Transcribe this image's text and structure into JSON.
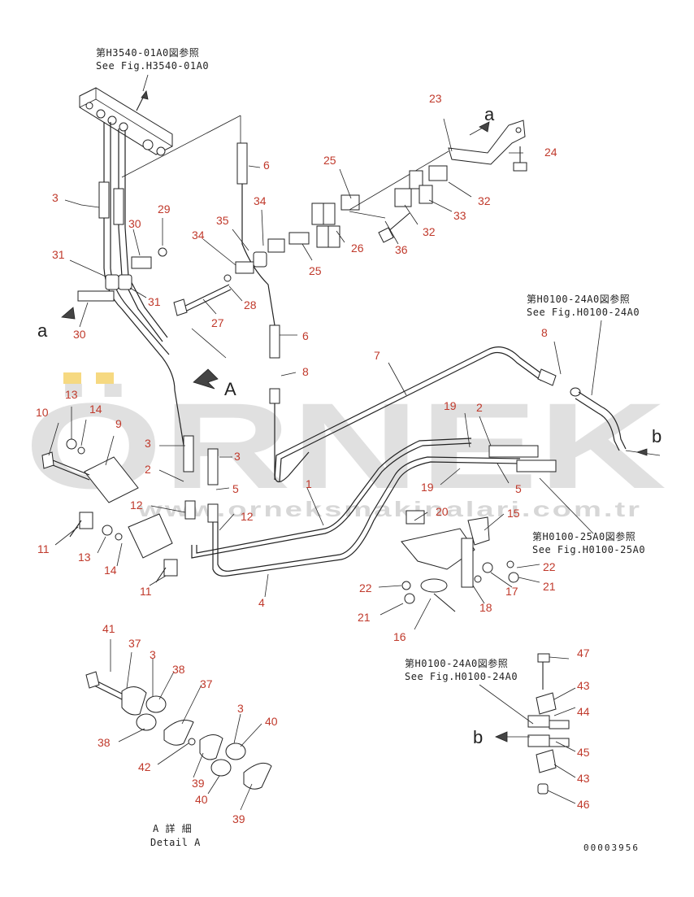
{
  "watermark": {
    "brand": "ÖRNEK",
    "url": "www.orneksmakinalari.com.tr",
    "accent_color": "#f2c94c"
  },
  "notes": [
    {
      "jp": "第H3540-01A0図参照",
      "en": "See Fig.H3540-01A0"
    },
    {
      "jp": "第H0100-24A0図参照",
      "en": "See Fig.H0100-24A0"
    },
    {
      "jp": "第H0100-25A0図参照",
      "en": "See Fig.H0100-25A0"
    },
    {
      "jp": "第H0100-24A0図参照",
      "en": "See Fig.H0100-24A0"
    }
  ],
  "detail": {
    "jp": "A 詳 細",
    "en": "Detail A"
  },
  "drawing_number": "00003956",
  "ref_letters": {
    "a1": "a",
    "a2": "a",
    "b1": "b",
    "b2": "b",
    "A": "A"
  },
  "callouts": [
    "23",
    "6",
    "25",
    "24",
    "3",
    "34",
    "32",
    "29",
    "35",
    "33",
    "30",
    "26",
    "32",
    "34",
    "36",
    "31",
    "25",
    "28",
    "31",
    "27",
    "30",
    "6",
    "8",
    "7",
    "8",
    "13",
    "19",
    "2",
    "10",
    "14",
    "9",
    "3",
    "3",
    "2",
    "19",
    "5",
    "5",
    "1",
    "12",
    "20",
    "15",
    "12",
    "11",
    "13",
    "14",
    "22",
    "21",
    "22",
    "17",
    "4",
    "18",
    "11",
    "21",
    "16",
    "41",
    "47",
    "37",
    "3",
    "38",
    "43",
    "37",
    "44",
    "3",
    "40",
    "38",
    "45",
    "42",
    "39",
    "43",
    "40",
    "39",
    "46"
  ],
  "colors": {
    "callout": "#c0392b",
    "line": "#222222"
  }
}
